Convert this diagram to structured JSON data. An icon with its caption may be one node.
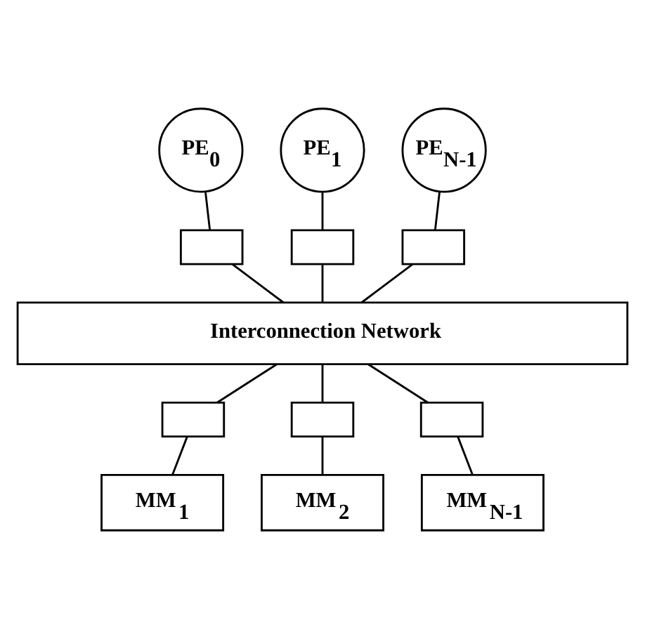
{
  "diagram": {
    "nodes": [
      {
        "text": [
          "PE$_{0}$"
        ]
      },
      {
        "text": [
          "PE$_{1}$"
        ]
      },
      {
        "text": [
          "PE$_{N-1}$"
        ]
      },
      {
        "text": [],
        "shape": "box"
      },
      {
        "text": [],
        "shape": "box"
      },
      {
        "text": [],
        "shape": "box"
      },
      {
        "text": [
          "Interconnection Network"
        ]
      },
      {
        "text": [],
        "shape": "box"
      },
      {
        "text": [],
        "shape": "box"
      },
      {
        "text": [],
        "shape": "box"
      },
      {
        "text": [
          "MM$_{1}$"
        ]
      },
      {
        "text": [
          "MM$_{2}$"
        ]
      },
      {
        "text": [
          "MM$_{N-1}$"
        ]
      }
    ],
    "edges": [
      {
        "from": 0,
        "to": 3,
        "arrow": "none"
      },
      {
        "from": 1,
        "to": 4,
        "arrow": "none"
      },
      {
        "from": 2,
        "to": 5,
        "arrow": "none"
      },
      {
        "from": 3,
        "to": 6,
        "arrow": "none"
      },
      {
        "from": 4,
        "to": 6,
        "arrow": "none"
      },
      {
        "from": 5,
        "to": 6,
        "arrow": "none"
      },
      {
        "from": 6,
        "to": 7,
        "arrow": "none"
      },
      {
        "from": 6,
        "to": 8,
        "arrow": "none"
      },
      {
        "from": 6,
        "to": 9,
        "arrow": "none"
      },
      {
        "from": 7,
        "to": 10,
        "arrow": "none"
      },
      {
        "from": 8,
        "to": 11,
        "arrow": "none"
      },
      {
        "from": 9,
        "to": 12,
        "arrow": "none"
      }
    ]
  }
}
